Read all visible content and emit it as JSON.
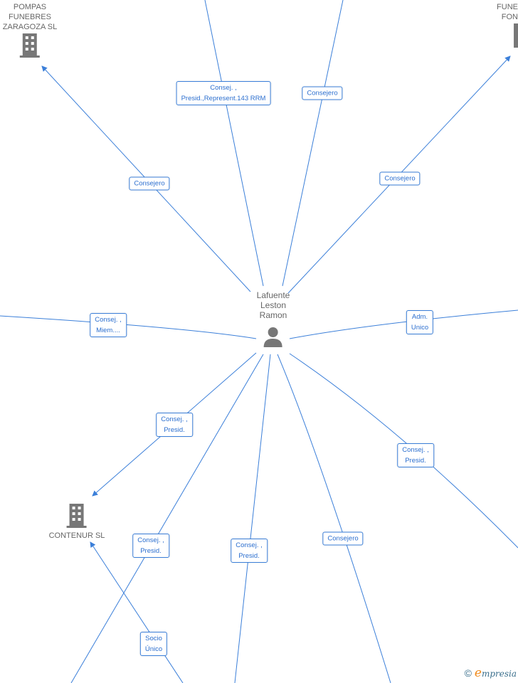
{
  "center": {
    "name": "Lafuente\nLeston\nRamon",
    "icon": "person-icon"
  },
  "companies": [
    {
      "name": "POMPAS\nFUNEBRES\nZARAGOZA SL",
      "icon": "building-icon"
    },
    {
      "name": "FUNE\nFON",
      "icon": "building-icon"
    },
    {
      "name": "CONTENUR SL",
      "icon": "building-icon"
    }
  ],
  "edges": [
    {
      "label": "Consej. ,\nPresid.,Represent.143 RRM"
    },
    {
      "label": "Consejero"
    },
    {
      "label": "Consejero"
    },
    {
      "label": "Consejero"
    },
    {
      "label": "Consej. ,\nMiem...."
    },
    {
      "label": "Adm.\nUnico"
    },
    {
      "label": "Consej. ,\nPresid."
    },
    {
      "label": "Consej. ,\nPresid."
    },
    {
      "label": "Consej. ,\nPresid."
    },
    {
      "label": "Consejero"
    },
    {
      "label": "Consej. ,\nPresid."
    },
    {
      "label": "Socio\nÚnico"
    }
  ],
  "footer": {
    "copyright": "©",
    "brand_e": "e",
    "brand_rest": "mpresia"
  },
  "colors": {
    "edge": "#3b7fd9",
    "node_text": "#666666"
  }
}
